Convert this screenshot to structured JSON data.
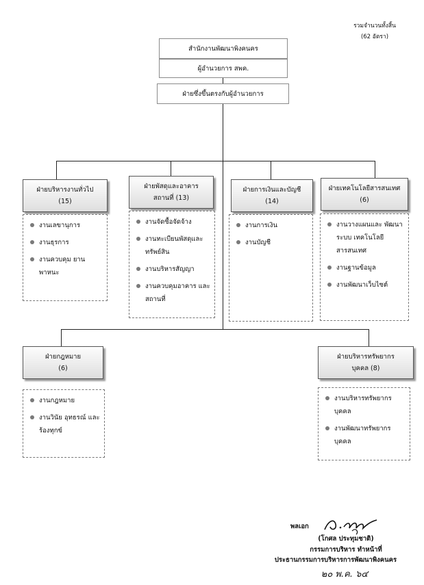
{
  "summary": {
    "line1": "รวมจำนวนทั้งสิ้น",
    "line2": "(62 อัตรา)"
  },
  "top": {
    "office": "สำนักงานพัฒนาพิงคนคร",
    "director": "ผู้อำนวยการ สพค.",
    "direct_unit": "ฝ่ายซึ่งขึ้นตรงกับผู้อำนวยการ"
  },
  "depts": {
    "general": {
      "name": "ฝ่ายบริหารงานทั่วไป",
      "count": "(15)",
      "items": [
        "งานเลขานุการ",
        "งานธุรการ",
        "งานควบคุม ยานพาหนะ"
      ]
    },
    "supplies": {
      "name": "ฝ่ายพัสดุและอาคาร",
      "name2": "สถานที่ (13)",
      "items": [
        "งานจัดซื้อจัดจ้าง",
        "งานทะเบียนพัสดุและ ทรัพย์สิน",
        "งานบริหารสัญญา",
        "งานควบคุมอาคาร และสถานที่"
      ]
    },
    "finance": {
      "name": "ฝ่ายการเงินและบัญชี",
      "count": "(14)",
      "items": [
        "งานการเงิน",
        "งานบัญชี"
      ]
    },
    "it": {
      "name": "ฝ่ายเทคโนโลยีสารสนเทศ",
      "count": "(6)",
      "items": [
        "งานวางแผนและ พัฒนาระบบ เทคโนโลยีสารสนเทศ",
        "งานฐานข้อมูล",
        "งานพัฒนาเว็บไซต์"
      ]
    },
    "legal": {
      "name": "ฝ่ายกฎหมาย",
      "count": "(6)",
      "items": [
        "งานกฎหมาย",
        "งานวินัย อุทธรณ์ และร้องทุกข์"
      ]
    },
    "hr": {
      "name": "ฝ่ายบริหารทรัพยากร",
      "name2": "บุคคล (8)",
      "items": [
        "งานบริหารทรัพยากร บุคคล",
        "งานพัฒนาทรัพยากร บุคคล"
      ]
    }
  },
  "signature": {
    "rank": "พลเอก",
    "name": "(โกศล  ประทุมชาติ)",
    "title1": "กรรมการบริหาร ทำหน้าที่",
    "title2": "ประธานกรรมการบริหารการพัฒนาพิงคนคร",
    "date": "๒๐ พ.ค. ๖๔"
  }
}
